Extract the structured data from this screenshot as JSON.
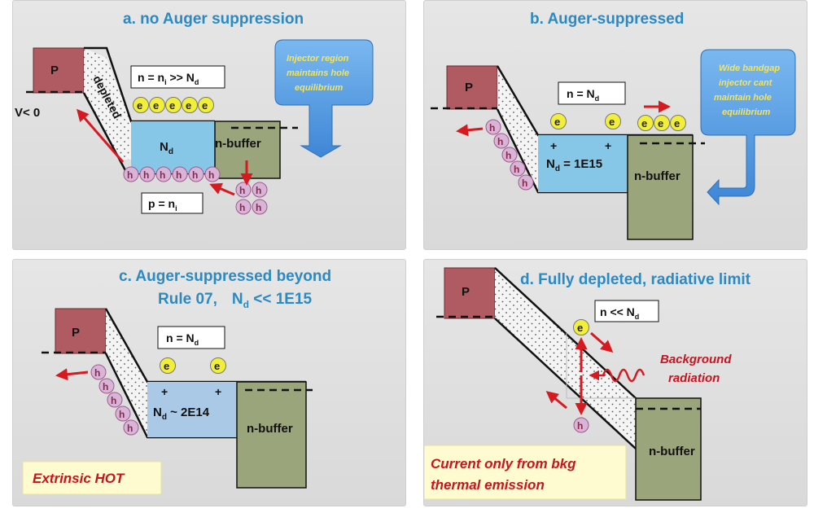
{
  "panels": {
    "a": {
      "title": "a. no Auger suppression",
      "p_label": "P",
      "voltage": "V< 0",
      "depleted": "depleted",
      "n_eq": "n = n",
      "n_sub": "i",
      "n_rest": " >> N",
      "n_rest_sub": "d",
      "nd": "N",
      "nd_sub": "d",
      "buffer": "n-buffer",
      "p_eq": "p = n",
      "p_sub": "i",
      "callout_1": "Injector region",
      "callout_2": "maintains hole",
      "callout_3": "equilibrium",
      "e": "e",
      "h": "h"
    },
    "b": {
      "title": "b. Auger-suppressed",
      "p_label": "P",
      "n_eq": "n = N",
      "n_sub": "d",
      "nd": "N",
      "nd_sub": "d",
      "nd_val": " = 1E15",
      "plus": "+",
      "buffer": "n-buffer",
      "callout_1": "Wide bandgap",
      "callout_2": "injector cant",
      "callout_3": "maintain hole",
      "callout_4": "equilibrium",
      "e": "e",
      "h": "h"
    },
    "c": {
      "title_1": "c. Auger-suppressed beyond",
      "title_2": "Rule 07,",
      "title_2b": "N",
      "title_2b_sub": "d",
      "title_2c": " << 1E15",
      "p_label": "P",
      "n_eq": "n = N",
      "n_sub": "d",
      "nd": "N",
      "nd_sub": "d",
      "nd_val": " ~ 2E14",
      "plus": "+",
      "buffer": "n-buffer",
      "badge": "Extrinsic HOT",
      "e": "e",
      "h": "h"
    },
    "d": {
      "title": "d. Fully depleted, radiative limit",
      "p_label": "P",
      "n_eq": "n << N",
      "n_sub": "d",
      "bkg_1": "Background",
      "bkg_2": "radiation",
      "buffer": "n-buffer",
      "note_1": "Current only from bkg",
      "note_2": "thermal emission",
      "e": "e",
      "h": "h"
    }
  },
  "colors": {
    "title": "#2a8ac4",
    "p_region": "#b05a62",
    "n_region": "#86c6e6",
    "buffer": "#9aa57c",
    "arrow": "#d71920",
    "electron": "#f2ef3a",
    "hole": "#d8b4d8",
    "callout": "#5aa0e6",
    "note_bg": "#fdfbcf"
  }
}
